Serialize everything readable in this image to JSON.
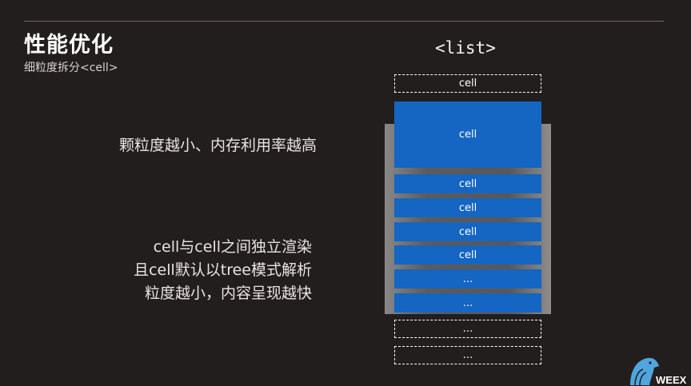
{
  "slide": {
    "title": "性能优化",
    "subtitle": "细粒度拆分<cell>",
    "point_granularity": "颗粒度越小、内存利用率越高",
    "points": [
      "cell与cell之间独立渲染",
      "且cell默认以tree模式解析",
      "粒度越小，内容呈现越快"
    ]
  },
  "diagram": {
    "list_tag": "<list>",
    "top_dashed_cell": "cell",
    "large_cell": "cell",
    "cells": [
      "cell",
      "cell",
      "cell",
      "cell",
      "...",
      "..."
    ],
    "bottom_dashed_cells": [
      "...",
      "..."
    ]
  },
  "logo": {
    "text": "WEEX",
    "icon": "weex-eagle-icon"
  },
  "colors": {
    "background": "#231e1e",
    "cell_blue": "#1565c2",
    "frame_gray": "#5d5b5a"
  }
}
